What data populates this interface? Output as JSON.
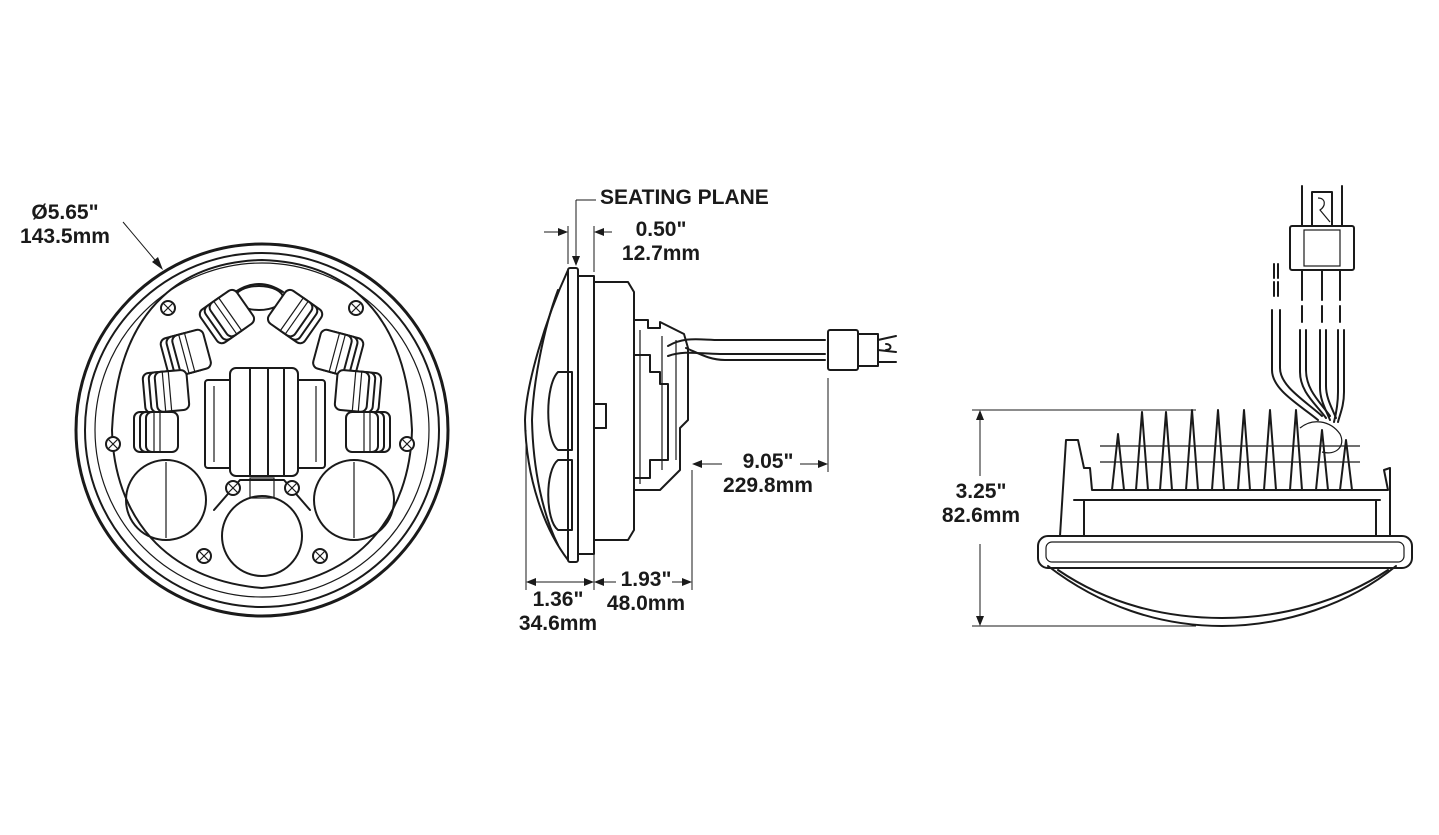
{
  "front_view": {
    "diameter_in": "Ø5.65\"",
    "diameter_mm": "143.5mm"
  },
  "side_view": {
    "seating_plane_label": "SEATING PLANE",
    "flange_in": "0.50\"",
    "flange_mm": "12.7mm",
    "cable_in": "9.05\"",
    "cable_mm": "229.8mm",
    "lens_depth_in": "1.36\"",
    "lens_depth_mm": "34.6mm",
    "body_depth_in": "1.93\"",
    "body_depth_mm": "48.0mm"
  },
  "top_view": {
    "height_in": "3.25\"",
    "height_mm": "82.6mm"
  },
  "colors": {
    "line": "#1a1a1a",
    "background": "#ffffff"
  }
}
